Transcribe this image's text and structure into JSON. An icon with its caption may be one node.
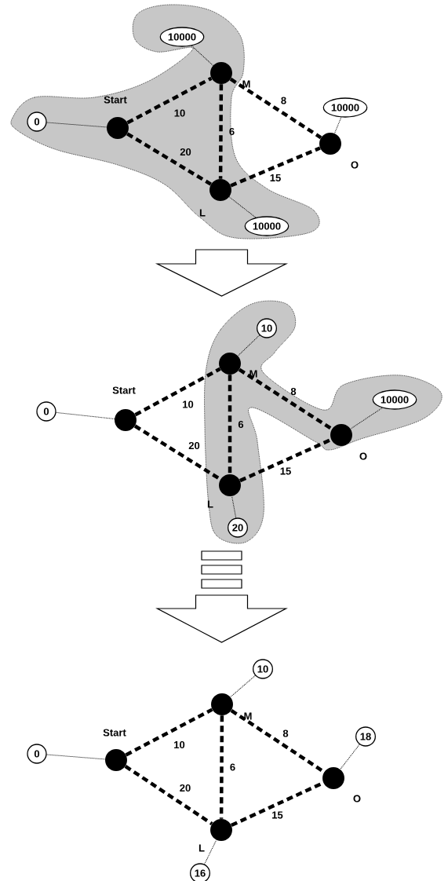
{
  "diagram": {
    "nodes": [
      {
        "text": [],
        "shape": "circle",
        "beside": [
          "Start"
        ]
      },
      {
        "text": [],
        "shape": "circle",
        "beside": [
          "M"
        ]
      },
      {
        "text": [],
        "shape": "circle",
        "beside": [
          "L"
        ]
      },
      {
        "text": [],
        "shape": "circle",
        "beside": [
          "O"
        ]
      },
      {
        "text": [
          "0"
        ]
      },
      {
        "text": [
          "10000"
        ]
      },
      {
        "text": [
          "10000"
        ]
      },
      {
        "text": [
          "10000"
        ]
      },
      {
        "text": [],
        "shape": "circle",
        "beside": [
          "Start"
        ]
      },
      {
        "text": [],
        "shape": "circle",
        "beside": [
          "M"
        ]
      },
      {
        "text": [],
        "shape": "circle",
        "beside": [
          "L"
        ]
      },
      {
        "text": [],
        "shape": "circle",
        "beside": [
          "O"
        ]
      },
      {
        "text": [
          "0"
        ]
      },
      {
        "text": [
          "10"
        ]
      },
      {
        "text": [
          "20"
        ]
      },
      {
        "text": [
          "10000"
        ]
      },
      {
        "text": [],
        "shape": "circle",
        "beside": [
          "Start"
        ]
      },
      {
        "text": [],
        "shape": "circle",
        "beside": [
          "M"
        ]
      },
      {
        "text": [],
        "shape": "circle",
        "beside": [
          "L"
        ]
      },
      {
        "text": [],
        "shape": "circle",
        "beside": [
          "O"
        ]
      },
      {
        "text": [
          "0"
        ]
      },
      {
        "text": [
          "10"
        ]
      },
      {
        "text": [
          "16"
        ]
      },
      {
        "text": [
          "18"
        ]
      }
    ],
    "edges": [
      {
        "from": 0,
        "to": 1,
        "arrow": "none",
        "label": "10",
        "style": "dashed"
      },
      {
        "from": 0,
        "to": 2,
        "arrow": "none",
        "label": "20",
        "style": "dashed"
      },
      {
        "from": 1,
        "to": 2,
        "arrow": "none",
        "label": "6",
        "style": "dashed"
      },
      {
        "from": 1,
        "to": 3,
        "arrow": "none",
        "label": "8",
        "style": "dashed"
      },
      {
        "from": 2,
        "to": 3,
        "arrow": "none",
        "label": "15",
        "style": "dashed"
      },
      {
        "from": 4,
        "to": 0,
        "arrow": "none"
      },
      {
        "from": 5,
        "to": 1,
        "arrow": "none"
      },
      {
        "from": 6,
        "to": 2,
        "arrow": "none"
      },
      {
        "from": 7,
        "to": 3,
        "arrow": "none"
      },
      {
        "from": 8,
        "to": 9,
        "arrow": "none",
        "label": "10",
        "style": "dashed"
      },
      {
        "from": 8,
        "to": 10,
        "arrow": "none",
        "label": "20",
        "style": "dashed"
      },
      {
        "from": 9,
        "to": 10,
        "arrow": "none",
        "label": "6",
        "style": "dashed"
      },
      {
        "from": 9,
        "to": 11,
        "arrow": "none",
        "label": "8",
        "style": "dashed"
      },
      {
        "from": 10,
        "to": 11,
        "arrow": "none",
        "label": "15",
        "style": "dashed"
      },
      {
        "from": 12,
        "to": 8,
        "arrow": "none"
      },
      {
        "from": 13,
        "to": 9,
        "arrow": "none"
      },
      {
        "from": 14,
        "to": 10,
        "arrow": "none"
      },
      {
        "from": 15,
        "to": 11,
        "arrow": "none"
      },
      {
        "from": 16,
        "to": 17,
        "arrow": "none",
        "label": "10",
        "style": "dashed"
      },
      {
        "from": 16,
        "to": 18,
        "arrow": "none",
        "label": "20",
        "style": "dashed"
      },
      {
        "from": 17,
        "to": 18,
        "arrow": "none",
        "label": "6",
        "style": "dashed"
      },
      {
        "from": 17,
        "to": 19,
        "arrow": "none",
        "label": "8",
        "style": "dashed"
      },
      {
        "from": 18,
        "to": 19,
        "arrow": "none",
        "label": "15",
        "style": "dashed"
      },
      {
        "from": 20,
        "to": 16,
        "arrow": "none"
      },
      {
        "from": 21,
        "to": 17,
        "arrow": "none"
      },
      {
        "from": 22,
        "to": 18,
        "arrow": "none"
      },
      {
        "from": 23,
        "to": 19,
        "arrow": "none"
      }
    ]
  }
}
